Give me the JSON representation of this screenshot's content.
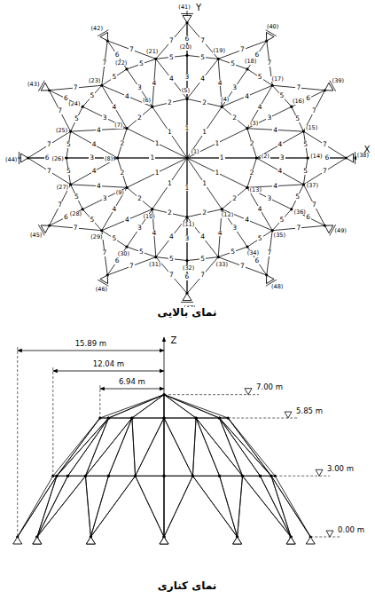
{
  "diagram": {
    "labels": [
      "Y",
      "X",
      "(1)",
      "(2)",
      "(3)",
      "(4)",
      "(5)",
      "(6)",
      "(7)",
      "(8)",
      "(9)",
      "(10)",
      "(11)",
      "(12)",
      "(13)",
      "(14)",
      "(15)",
      "(16)",
      "(17)",
      "(18)",
      "(19)",
      "(20)",
      "(21)",
      "(22)",
      "(23)",
      "(24)",
      "(25)",
      "(26)",
      "(27)",
      "(28)",
      "(29)",
      "(30)",
      "(31)",
      "(32)",
      "(33)",
      "(34)",
      "(35)",
      "(36)",
      "(37)",
      "(38)",
      "(39)",
      "(40)",
      "(41)",
      "(42)",
      "(43)",
      "(44)",
      "(45)",
      "(46)",
      "(47)",
      "(48)",
      "(49)",
      "1",
      "1",
      "1",
      "1",
      "1",
      "1",
      "1",
      "1",
      "1",
      "1",
      "1",
      "1",
      "2",
      "2",
      "2",
      "2",
      "2",
      "2",
      "2",
      "2",
      "2",
      "2",
      "2",
      "2",
      "3",
      "3",
      "3",
      "3",
      "3",
      "3",
      "3",
      "3",
      "3",
      "3",
      "3",
      "3",
      "4",
      "4",
      "4",
      "4",
      "4",
      "4",
      "4",
      "4",
      "4",
      "4",
      "4",
      "4",
      "4",
      "4",
      "4",
      "4",
      "4",
      "4",
      "4",
      "4",
      "4",
      "4",
      "4",
      "4",
      "5",
      "5",
      "5",
      "5",
      "5",
      "5",
      "5",
      "5",
      "5",
      "5",
      "5",
      "5",
      "5",
      "5",
      "5",
      "5",
      "5",
      "5",
      "5",
      "5",
      "5",
      "5",
      "5",
      "5",
      "6",
      "6",
      "6",
      "6",
      "6",
      "6",
      "6",
      "6",
      "6",
      "6",
      "6",
      "6",
      "7",
      "7",
      "7",
      "7",
      "7",
      "7",
      "7",
      "7",
      "7",
      "7",
      "7",
      "7",
      "7",
      "7",
      "7",
      "7",
      "7",
      "7",
      "7",
      "7",
      "7",
      "7",
      "7",
      "7",
      "نمای بالایی",
      "Z",
      "15.89 m",
      "12.04 m",
      "6.94 m",
      "7.00 m",
      "5.85 m",
      "3.00 m",
      "0.00 m",
      "نمای کناری"
    ]
  }
}
